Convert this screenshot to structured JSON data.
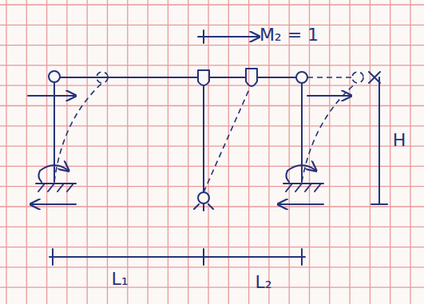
{
  "diagram": {
    "labels": [
      "M₂ = 1",
      "H",
      "L₁",
      "L₂"
    ]
  }
}
